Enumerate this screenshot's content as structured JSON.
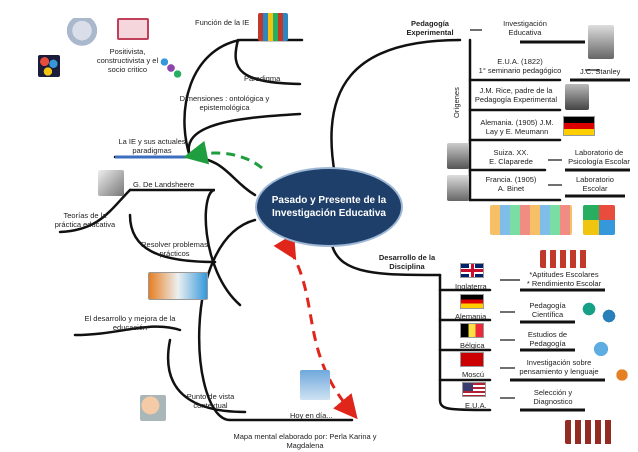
{
  "center": {
    "line1": "Pasado y Presente de la",
    "line2": "Investigación Educativa"
  },
  "left": {
    "funcion": "Función de la IE",
    "positivista": [
      "Positivista,",
      "constructivista y el",
      "socio critico"
    ],
    "paradigma": "Paradigma",
    "dimensiones": [
      "Dimensiones : ontológica y",
      "epistemológica"
    ],
    "la_ie": [
      "La IE y sus actuales",
      "paradigmas"
    ],
    "landsheere": "G. De Landsheere",
    "teorias": [
      "Teorías de la",
      "práctica educativa"
    ],
    "resolver": [
      "Resolver problemas",
      "prácticos"
    ],
    "desarrollo_mejora": [
      "El desarrollo y mejora de la",
      "educación"
    ],
    "punto_vista": [
      "Punto de vista",
      "contextual"
    ],
    "hoy": "Hoy en día...",
    "credit": [
      "Mapa mental elaborado por: Perla Karina y",
      "Magdalena"
    ]
  },
  "pedagogia": {
    "title": [
      "Pedagogía",
      "Experimental"
    ],
    "investigacion": [
      "Investigación",
      "Educativa"
    ],
    "origenes": "Orígenes",
    "eua": [
      "E.U.A. (1822)",
      "1° seminario pedagógico"
    ],
    "stanley": "J.C. Stanley",
    "rice": [
      "J.M. Rice, padre de la",
      "Pedagogía Experimental"
    ],
    "alemania": [
      "Alemania. (1905) J.M.",
      "Lay y E. Meumann"
    ],
    "suiza": [
      "Suiza. XX.",
      "E. Claparede"
    ],
    "lab_psico": [
      "Laboratorio de",
      "Psicología Escolar"
    ],
    "francia": [
      "Francia. (1905)",
      "A. Binet"
    ],
    "lab_escolar": [
      "Laboratorio",
      "Escolar"
    ]
  },
  "disciplina": {
    "title": [
      "Desarrollo de la",
      "Disciplina"
    ],
    "items": [
      {
        "country": "Inglaterra",
        "desc": [
          "*Aptitudes Escolares",
          "* Rendimiento Escolar"
        ]
      },
      {
        "country": "Alemania",
        "desc": [
          "Pedagogía",
          "Científica"
        ]
      },
      {
        "country": "Bélgica",
        "desc": [
          "Estudios de",
          "Pedagogía"
        ]
      },
      {
        "country": "Moscú",
        "desc": [
          "Investigación sobre",
          "pensamiento y lenguaje"
        ]
      },
      {
        "country": "E.U.A.",
        "desc": [
          "Selección y",
          "Diagnostico"
        ]
      }
    ]
  },
  "colors": {
    "center": "#1f3f6b",
    "arrow_green": "#1e9e3e",
    "arrow_red": "#e0251b",
    "line": "#111111"
  }
}
